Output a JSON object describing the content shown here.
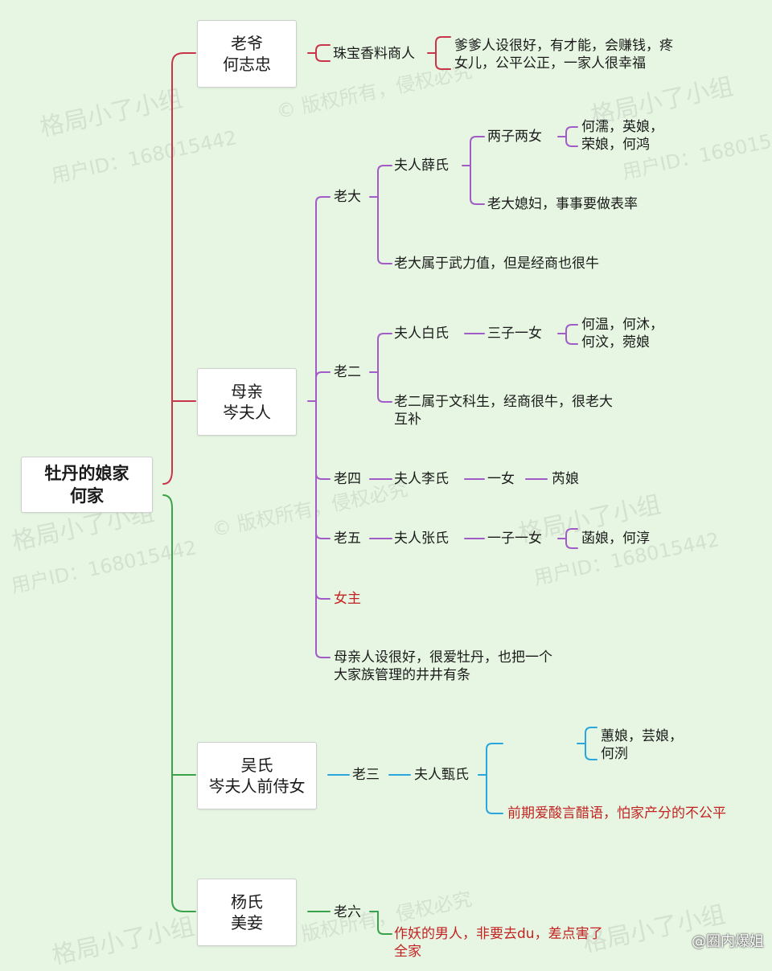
{
  "colors": {
    "background": "#e6f6e2",
    "red": "#c9344a",
    "green": "#3aa24a",
    "purple": "#a25cc8",
    "blue": "#2aa6df",
    "highlight_text": "#c32222"
  },
  "root": {
    "label": "牡丹的娘家\n何家"
  },
  "nodes": {
    "laoye": {
      "label": "老爷\n何志忠"
    },
    "laoye_job": {
      "label": "珠宝香料商人"
    },
    "laoye_desc": {
      "label": "爹爹人设很好，有才能，会赚钱，疼\n女儿，公平公正，一家人很幸福"
    },
    "mother": {
      "label": "母亲\n岑夫人"
    },
    "lao1": {
      "label": "老大"
    },
    "lao1_wife": {
      "label": "夫人薛氏"
    },
    "lao1_kids": {
      "label": "两子两女"
    },
    "lao1_kid_names": {
      "label": "何濡，英娘，\n荣娘，何鸿"
    },
    "lao1_wife_note": {
      "label": "老大媳妇，事事要做表率"
    },
    "lao1_note": {
      "label": "老大属于武力值，但是经商也很牛"
    },
    "lao2": {
      "label": "老二"
    },
    "lao2_wife": {
      "label": "夫人白氏"
    },
    "lao2_kids": {
      "label": "三子一女"
    },
    "lao2_kid_names": {
      "label": "何温，何沐，\n何汶，菀娘"
    },
    "lao2_note": {
      "label": "老二属于文科生，经商很牛，很老大\n互补"
    },
    "lao4": {
      "label": "老四"
    },
    "lao4_wife": {
      "label": "夫人李氏"
    },
    "lao4_kids": {
      "label": "一女"
    },
    "lao4_kid_names": {
      "label": "芮娘"
    },
    "lao5": {
      "label": "老五"
    },
    "lao5_wife": {
      "label": "夫人张氏"
    },
    "lao5_kids": {
      "label": "一子一女"
    },
    "lao5_kid_names": {
      "label": "菡娘，何淳"
    },
    "heroine": {
      "label": "女主"
    },
    "mother_note": {
      "label": "母亲人设很好，很爱牡丹，也把一个\n大家族管理的井井有条"
    },
    "wushi": {
      "label": "吴氏\n岑夫人前侍女"
    },
    "lao3": {
      "label": "老三"
    },
    "lao3_wife": {
      "label": "夫人甄氏"
    },
    "lao3_kid_names": {
      "label": "蕙娘，芸娘，\n何洌"
    },
    "lao3_note": {
      "label": "前期爱酸言醋语，怕家产分的不公平"
    },
    "yangshi": {
      "label": "杨氏\n美妾"
    },
    "lao6": {
      "label": "老六"
    },
    "lao6_note": {
      "label": "作妖的男人，非要去du，差点害了\n全家"
    }
  },
  "watermark": {
    "brand": "格局小了小组",
    "copyright": "© 版权所有，侵权必究",
    "user_id": "用户ID：168015442"
  },
  "weibo_mark": "@圈内爆姐"
}
